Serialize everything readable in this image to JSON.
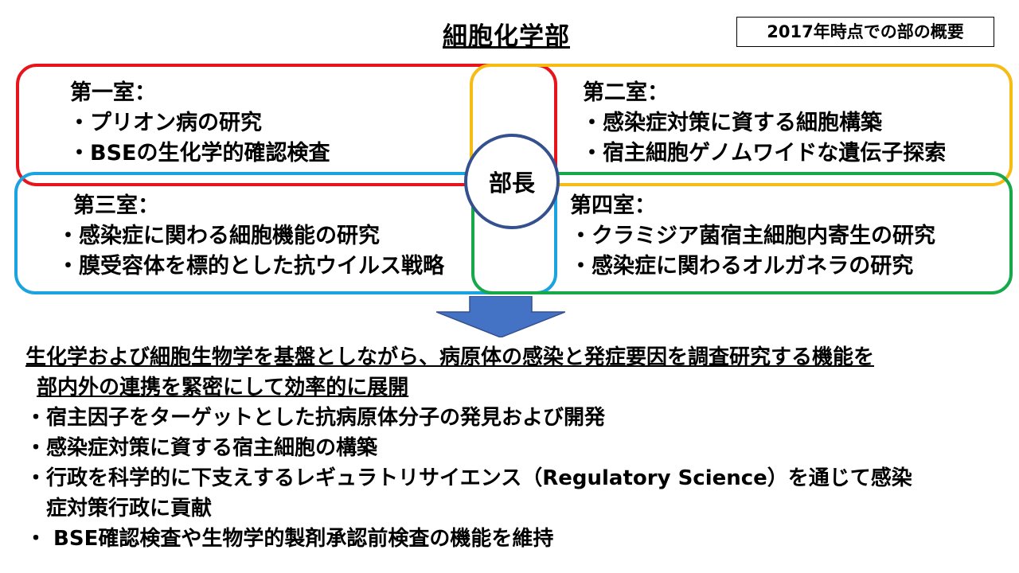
{
  "title": "細胞化学部",
  "note": "2017年時点での部の概要",
  "head": "部長",
  "labs": [
    {
      "name": "第一室：",
      "items": [
        "・プリオン病の研究",
        "・BSEの生化学的確認検査"
      ]
    },
    {
      "name": "第二室：",
      "items": [
        "・感染症対策に資する細胞構築",
        "・宿主細胞ゲノムワイドな遺伝子探索"
      ]
    },
    {
      "name": "第三室：",
      "items": [
        "・感染症に関わる細胞機能の研究",
        "・膜受容体を標的とした抗ウイルス戦略"
      ]
    },
    {
      "name": "第四室：",
      "items": [
        "・クラミジア菌宿主細胞内寄生の研究",
        "・感染症に関わるオルガネラの研究"
      ]
    }
  ],
  "summary": {
    "line1": "生化学および細胞生物学を基盤としながら、病原体の感染と発症要因を調査研究する機能を",
    "line2": "部内外の連携を緊密にして効率的に展開"
  },
  "bullets": [
    "・宿主因子をターゲットとした抗病原体分子の発見および開発",
    "・感染症対策に資する宿主細胞の構築",
    "・行政を科学的に下支えするレギュラトリサイエンス（Regulatory Science）を通じて感染",
    "　症対策行政に貢献",
    "・ BSE確認検査や生物学的製剤承認前検査の機能を維持"
  ],
  "colors": {
    "lab1": "#e8141b",
    "lab2": "#f7bc14",
    "lab3": "#1aa3e0",
    "lab4": "#17a84a",
    "head_circle": "#34508f",
    "arrow": "#4472c4"
  },
  "icons": {
    "arrow": "down-arrow-icon"
  }
}
